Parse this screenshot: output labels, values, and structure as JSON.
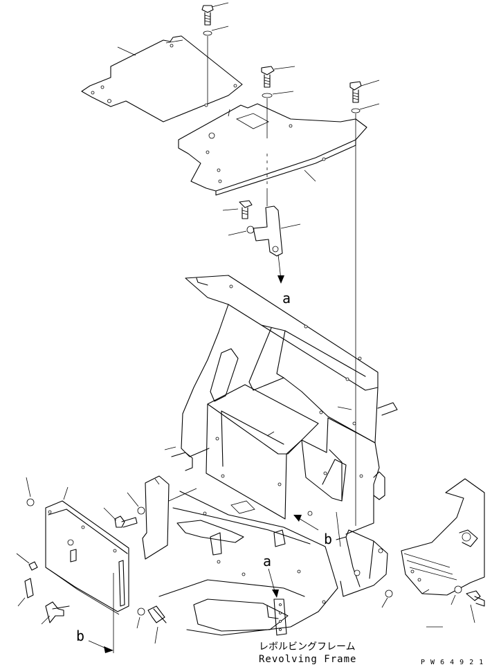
{
  "annotations": {
    "arrow_a_top": "a",
    "arrow_a_bottom": "a",
    "arrow_b_right": "b",
    "arrow_b_left": "b"
  },
  "frame_label": {
    "japanese": "レボルビングフレーム",
    "english": "Revolving Frame"
  },
  "drawing_number": "P W 6 4 9 2 1"
}
